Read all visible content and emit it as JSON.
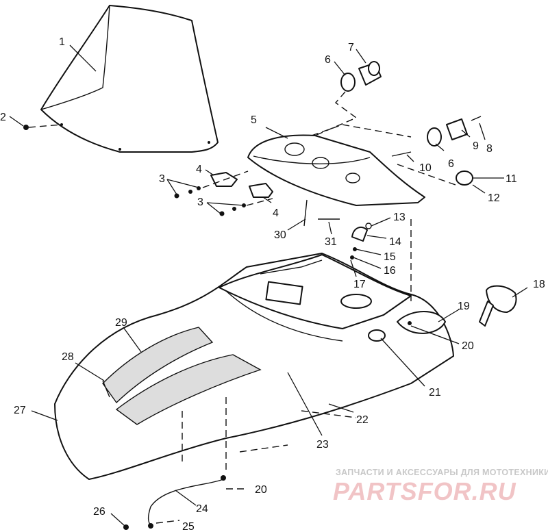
{
  "callouts": [
    "1",
    "2",
    "3",
    "4",
    "3",
    "4",
    "5",
    "6",
    "7",
    "6",
    "9",
    "8",
    "10",
    "11",
    "12",
    "13",
    "14",
    "15",
    "16",
    "17",
    "18",
    "19",
    "20",
    "20",
    "21",
    "22",
    "23",
    "27",
    "28",
    "29",
    "30",
    "31",
    "24",
    "26",
    "25"
  ],
  "watermark": {
    "tagline": "ЗАПЧАСТИ И АКСЕССУАРЫ ДЛЯ МОТОТЕХНИКИ",
    "logo": "PARTSFOR.RU",
    "color_tagline": "#c8c8c8",
    "color_logo": "#f1c4c6"
  }
}
